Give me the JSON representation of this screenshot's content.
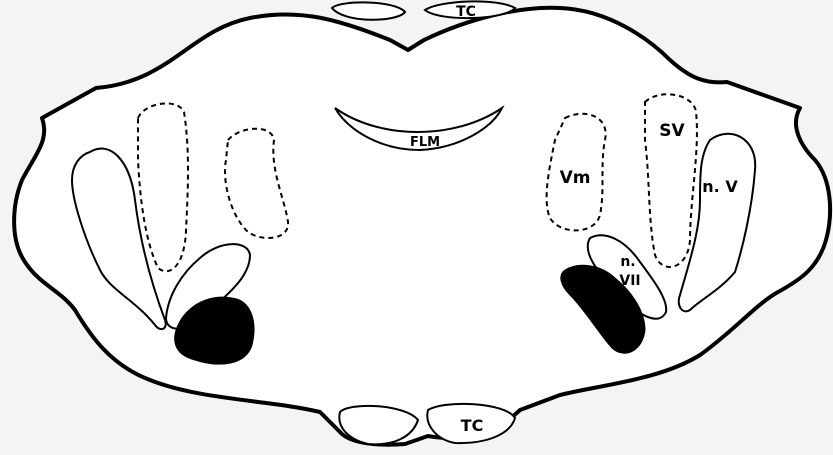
{
  "labels": {
    "tc_top": "TC",
    "flm": "FLM",
    "sv": "SV",
    "vm": "Vm",
    "n_v": "n. V",
    "n_vii_line1": "n.",
    "n_vii_line2": "VII",
    "tc_bottom": "TC"
  },
  "colors": {
    "background": "#f4f4f2",
    "section_fill": "#ffffff",
    "ink": "#000000"
  }
}
